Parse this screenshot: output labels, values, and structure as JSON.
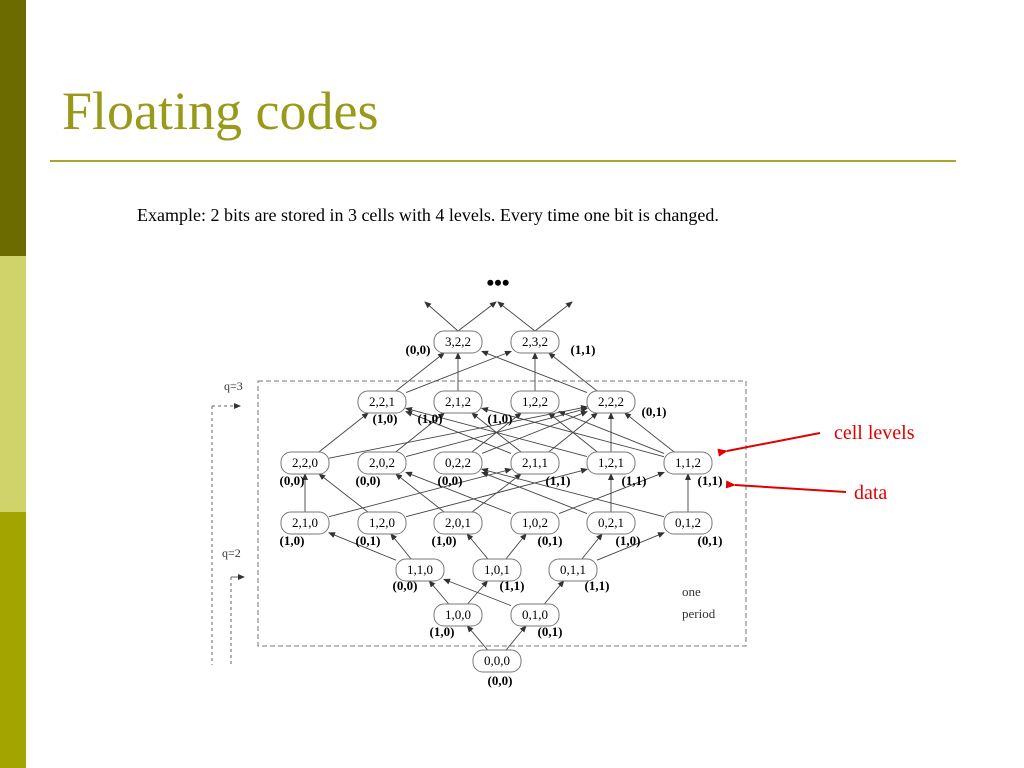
{
  "slide": {
    "title": "Floating codes",
    "subtitle": "Example: 2 bits are stored in 3 cells with 4 levels. Every time one bit is changed."
  },
  "colors": {
    "sidebar_dark": "#6b6b00",
    "sidebar_light": "#cfd36a",
    "sidebar_mid": "#a4a400",
    "title": "#99991a",
    "annotation": "#e00000"
  },
  "diagram": {
    "ellipsis": "•••",
    "nodes": [
      {
        "id": "322",
        "cells": "3,2,2",
        "data": "(0,0)"
      },
      {
        "id": "232",
        "cells": "2,3,2",
        "data": "(1,1)"
      },
      {
        "id": "221",
        "cells": "2,2,1",
        "data": "(1,0)"
      },
      {
        "id": "212",
        "cells": "2,1,2",
        "data": "(1,0)"
      },
      {
        "id": "122",
        "cells": "1,2,2",
        "data": "(1,0)"
      },
      {
        "id": "222",
        "cells": "2,2,2",
        "data": "(0,1)"
      },
      {
        "id": "220",
        "cells": "2,2,0",
        "data": "(0,0)"
      },
      {
        "id": "202",
        "cells": "2,0,2",
        "data": "(0,0)"
      },
      {
        "id": "022",
        "cells": "0,2,2",
        "data": "(0,0)"
      },
      {
        "id": "211",
        "cells": "2,1,1",
        "data": "(1,1)"
      },
      {
        "id": "121",
        "cells": "1,2,1",
        "data": "(1,1)"
      },
      {
        "id": "112",
        "cells": "1,1,2",
        "data": "(1,1)"
      },
      {
        "id": "210",
        "cells": "2,1,0",
        "data": "(1,0)"
      },
      {
        "id": "120",
        "cells": "1,2,0",
        "data": "(0,1)"
      },
      {
        "id": "201",
        "cells": "2,0,1",
        "data": "(1,0)"
      },
      {
        "id": "102",
        "cells": "1,0,2",
        "data": "(0,1)"
      },
      {
        "id": "021",
        "cells": "0,2,1",
        "data": "(1,0)"
      },
      {
        "id": "012",
        "cells": "0,1,2",
        "data": "(0,1)"
      },
      {
        "id": "110",
        "cells": "1,1,0",
        "data": "(0,0)"
      },
      {
        "id": "101",
        "cells": "1,0,1",
        "data": "(1,1)"
      },
      {
        "id": "011",
        "cells": "0,1,1",
        "data": "(1,1)"
      },
      {
        "id": "100",
        "cells": "1,0,0",
        "data": "(1,0)"
      },
      {
        "id": "010",
        "cells": "0,1,0",
        "data": "(0,1)"
      },
      {
        "id": "000",
        "cells": "0,0,0",
        "data": "(0,0)"
      }
    ],
    "q_labels": [
      "q=3",
      "q=2"
    ],
    "period_label_1": "one",
    "period_label_2": "period"
  },
  "annotations": {
    "cell_levels": "cell levels",
    "data": "data"
  }
}
